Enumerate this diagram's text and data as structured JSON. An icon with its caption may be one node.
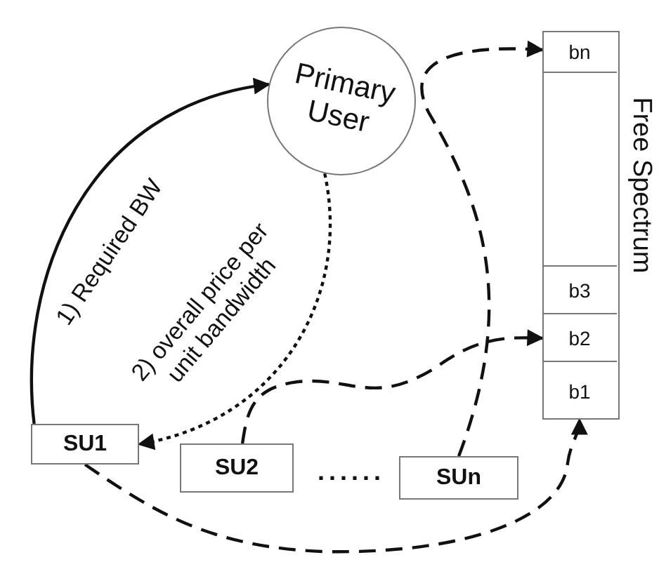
{
  "diagram": {
    "nodes": [
      {
        "text": [
          "Primary User"
        ]
      },
      {
        "text": [],
        "shape": "box",
        "beside": [
          "Free Spectrum"
        ]
      },
      {
        "text": [
          "bn"
        ],
        "in": 1
      },
      {
        "text": [],
        "shape": "box",
        "in": 1
      },
      {
        "text": [
          "b3"
        ],
        "in": 1
      },
      {
        "text": [
          "b2"
        ],
        "in": 1
      },
      {
        "text": [
          "b1"
        ],
        "in": 1
      },
      {
        "text": [
          "SU1"
        ]
      },
      {
        "text": [
          "SU2"
        ]
      },
      {
        "text": [
          "SUn"
        ]
      }
    ],
    "edges": [
      {
        "from": 7,
        "to": 0,
        "arrow": "to",
        "label": "1) Required BW"
      },
      {
        "from": 0,
        "to": 7,
        "arrow": "to",
        "label": "2) overall price per unit bandwidth",
        "style": "dashed"
      },
      {
        "from": 8,
        "to": 5,
        "arrow": "to",
        "style": "dashed"
      },
      {
        "from": 9,
        "to": 2,
        "arrow": "to",
        "style": "dashed"
      },
      {
        "from": 7,
        "to": 6,
        "arrow": "to",
        "style": "dashed"
      }
    ],
    "labels": [
      "......"
    ]
  }
}
